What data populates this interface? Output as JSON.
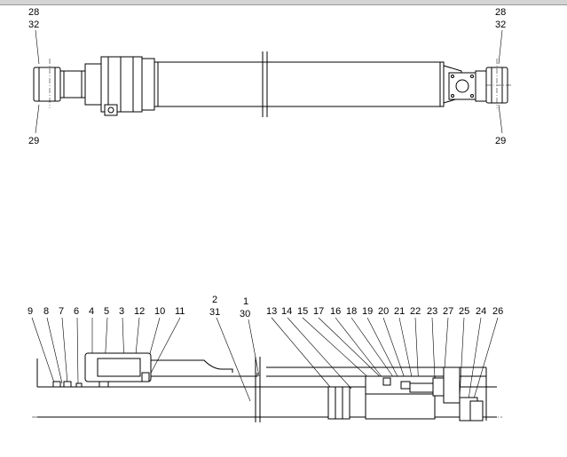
{
  "top_view": {
    "left_labels": {
      "top1": "28",
      "top2": "32",
      "bottom": "29"
    },
    "right_labels": {
      "top1": "28",
      "top2": "32",
      "bottom": "29"
    }
  },
  "section_view": {
    "callouts": [
      {
        "id": "c9",
        "text": "9"
      },
      {
        "id": "c8",
        "text": "8"
      },
      {
        "id": "c7",
        "text": "7"
      },
      {
        "id": "c6",
        "text": "6"
      },
      {
        "id": "c4",
        "text": "4"
      },
      {
        "id": "c5",
        "text": "5"
      },
      {
        "id": "c3",
        "text": "3"
      },
      {
        "id": "c12",
        "text": "12"
      },
      {
        "id": "c10",
        "text": "10"
      },
      {
        "id": "c11",
        "text": "11"
      },
      {
        "id": "c2",
        "text": "2"
      },
      {
        "id": "c31",
        "text": "31"
      },
      {
        "id": "c1",
        "text": "1"
      },
      {
        "id": "c30",
        "text": "30"
      },
      {
        "id": "c13",
        "text": "13"
      },
      {
        "id": "c14",
        "text": "14"
      },
      {
        "id": "c15",
        "text": "15"
      },
      {
        "id": "c17",
        "text": "17"
      },
      {
        "id": "c16",
        "text": "16"
      },
      {
        "id": "c18",
        "text": "18"
      },
      {
        "id": "c19",
        "text": "19"
      },
      {
        "id": "c20",
        "text": "20"
      },
      {
        "id": "c21",
        "text": "21"
      },
      {
        "id": "c22",
        "text": "22"
      },
      {
        "id": "c23",
        "text": "23"
      },
      {
        "id": "c27",
        "text": "27"
      },
      {
        "id": "c25",
        "text": "25"
      },
      {
        "id": "c24",
        "text": "24"
      },
      {
        "id": "c26",
        "text": "26"
      }
    ]
  }
}
